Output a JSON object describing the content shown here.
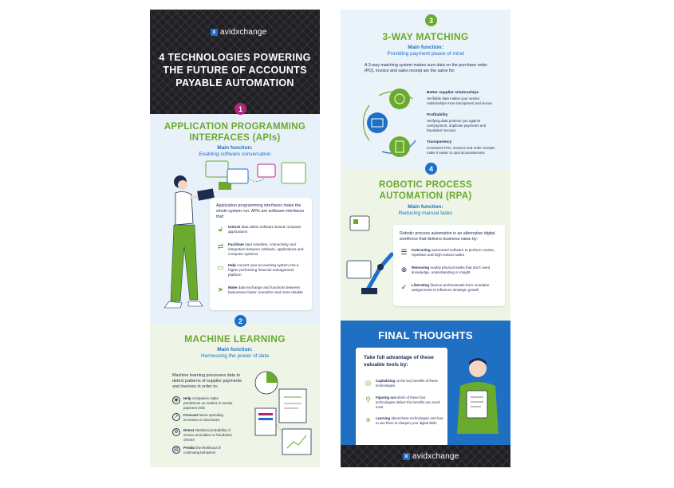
{
  "brand": {
    "logo_text": "avidxchange",
    "logo_mark": "x"
  },
  "header": {
    "title": "4 TECHNOLOGIES POWERING THE FUTURE OF ACCOUNTS PAYABLE AUTOMATION"
  },
  "colors": {
    "green": "#6aaa2c",
    "blue": "#1e6fc9",
    "navy": "#1d2b4f",
    "magenta": "#b5247a",
    "dark": "#1f1f24"
  },
  "sections": {
    "api": {
      "number": "1",
      "title": "APPLICATION PROGRAMMING INTERFACES (APIs)",
      "main_label": "Main function:",
      "main_value": "Enabling software conversation",
      "intro": "Application programming interfaces make the whole system run. APIs are software interfaces that:",
      "items": [
        {
          "icon": "unlock-icon",
          "bold": "Unlock",
          "text": " data within software-based computer applications"
        },
        {
          "icon": "transfer-arrows-icon",
          "bold": "Facilitate",
          "text": " data transfers, connectivity and integration between software, applications and computer systems"
        },
        {
          "icon": "computer-icon",
          "bold": "Help",
          "text": " convert your accounting system into a higher-performing financial management platform"
        },
        {
          "icon": "speed-icon",
          "bold": "Make",
          "text": " data exchange and functions between businesses faster, smoother and more reliable"
        }
      ]
    },
    "ml": {
      "number": "2",
      "title": "MACHINE LEARNING",
      "main_label": "Main function:",
      "main_value": "Harnessing the power of data",
      "intro": "Machine learning processes data to detect patterns of supplier payments and invoices in order to:",
      "items": [
        {
          "icon": "eye-icon",
          "bold": "Help",
          "text": " companies make predictions on market or vendor payment risks"
        },
        {
          "icon": "forecast-icon",
          "bold": "Forecast",
          "text": " future spending increases or decreases"
        },
        {
          "icon": "gear-icon",
          "bold": "Detect",
          "text": " statistical probability of invoice anomalies or fraudulent checks"
        },
        {
          "icon": "chart-icon",
          "bold": "Predict",
          "text": " the likelihood of continuing behaviors"
        }
      ]
    },
    "matching": {
      "number": "3",
      "title": "3-WAY MATCHING",
      "main_label": "Main function:",
      "main_value": "Providing payment peace of mind",
      "intro": "A 3-way matching system makes sure data on the purchase order (PO), invoice and sales receipt are the same for:",
      "benefits": [
        {
          "title": "Better supplier relationships",
          "text": "Verifiable data makes your vendor relationships more transparent and secure"
        },
        {
          "title": "Profitability",
          "text": "Verifying data protects you against overpayment, duplicate payments and fraudulent invoices"
        },
        {
          "title": "Transparency",
          "text": "Consistent POs, invoices and order receipts make it easier to spot inconsistencies"
        }
      ]
    },
    "rpa": {
      "number": "4",
      "title": "ROBOTIC PROCESS AUTOMATION (RPA)",
      "main_label": "Main function:",
      "main_value": "Reducing manual tasks",
      "intro": "Robotic process automation is an alternative digital workforce that delivers business value by:",
      "items": [
        {
          "icon": "checklist-icon",
          "bold": "Instructing",
          "text": " automated software to perform routine, repetitive and high-volume tasks"
        },
        {
          "icon": "close-circle-icon",
          "bold": "Removing",
          "text": " mainly physical tasks that don't need knowledge, understanding or insight"
        },
        {
          "icon": "check-circle-icon",
          "bold": "Liberating",
          "text": " finance professionals from mundane assignments to influence strategic growth"
        }
      ]
    },
    "final": {
      "title": "FINAL THOUGHTS",
      "intro": "Take full advantage of these valuable tools by:",
      "items": [
        {
          "icon": "target-icon",
          "bold": "Capitalizing",
          "text": " on the key benefits of these technologies"
        },
        {
          "icon": "magnifier-icon",
          "bold": "Figuring out",
          "text": " which of these four technologies deliver the benefits you need most"
        },
        {
          "icon": "lightbulb-icon",
          "bold": "Learning",
          "text": " about these technologies and how to use them to sharpen your digital skills"
        }
      ]
    }
  }
}
